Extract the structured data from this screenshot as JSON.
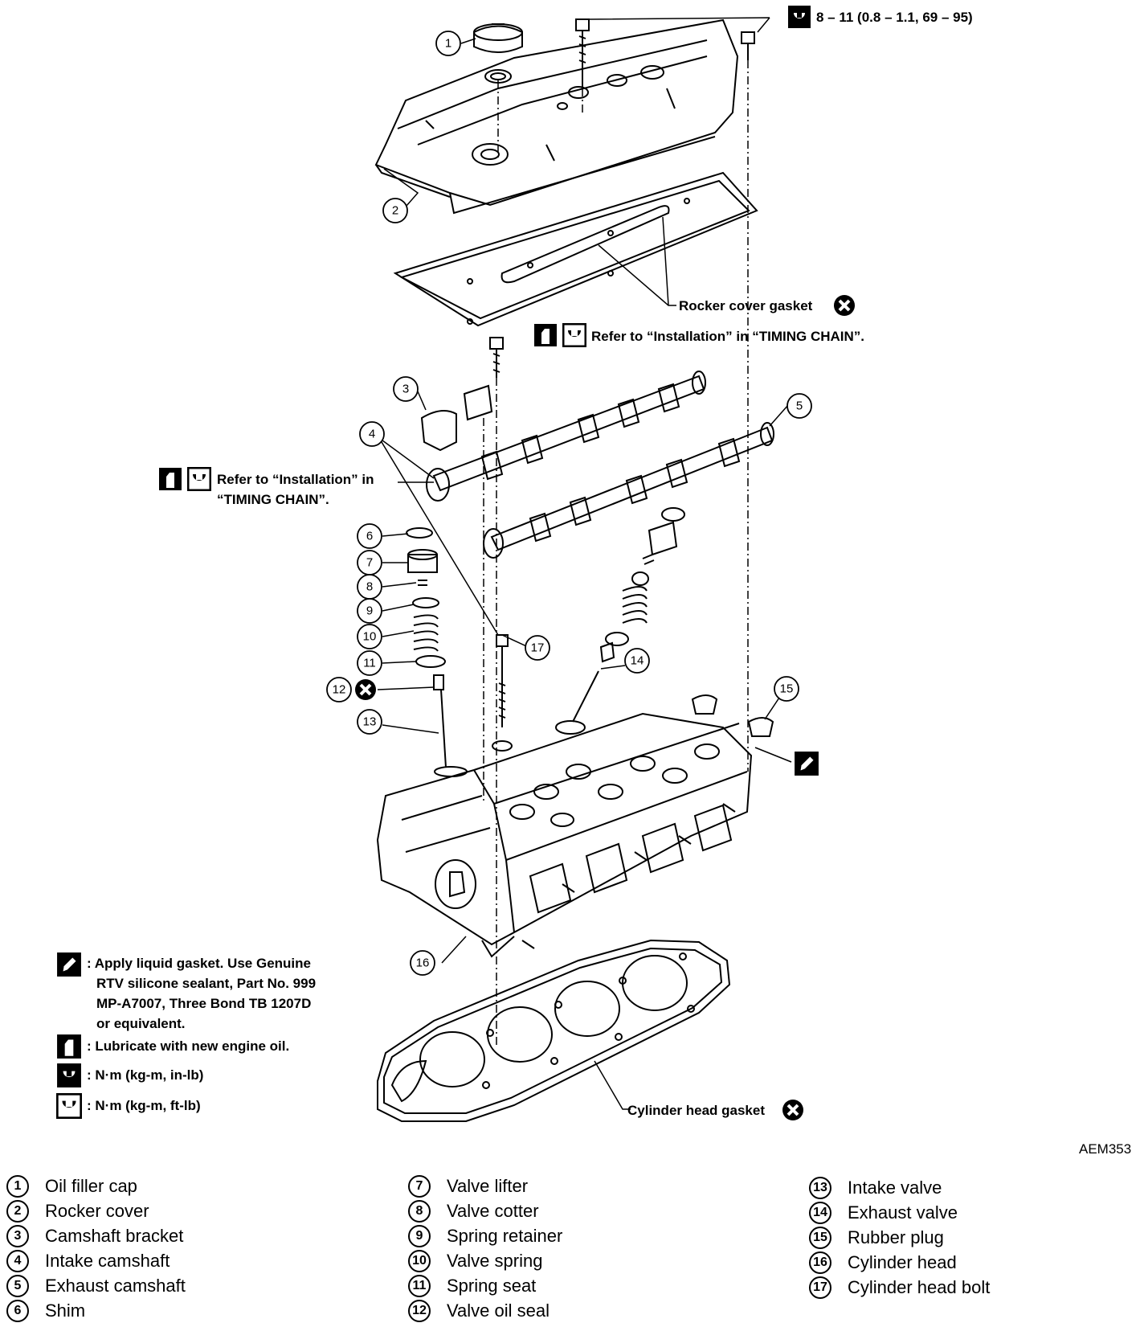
{
  "torque_top": "8 – 11 (0.8 – 1.1, 69 – 95)",
  "rocker_gasket_label": "Rocker cover gasket",
  "refer_installation_1": "Refer to “Installation” in “TIMING CHAIN”.",
  "refer_installation_2_line1": "Refer to “Installation” in",
  "refer_installation_2_line2": "“TIMING CHAIN”.",
  "cylinder_gasket_label": "Cylinder head gasket",
  "figure_code": "AEM353",
  "callouts": [
    "1",
    "2",
    "3",
    "4",
    "5",
    "6",
    "7",
    "8",
    "9",
    "10",
    "11",
    "12",
    "13",
    "14",
    "15",
    "16",
    "17"
  ],
  "key": {
    "liquid_gasket_1": ": Apply liquid gasket.  Use Genuine",
    "liquid_gasket_2": "RTV silicone sealant, Part No. 999",
    "liquid_gasket_3": "MP-A7007, Three Bond TB 1207D",
    "liquid_gasket_4": "or equivalent.",
    "lubricate": ": Lubricate with new engine oil.",
    "torque_inlb": ": N·m (kg-m, in-lb)",
    "torque_ftlb": ": N·m (kg-m, ft-lb)"
  },
  "parts": [
    {
      "num": "1",
      "name": "Oil filler cap"
    },
    {
      "num": "2",
      "name": "Rocker cover"
    },
    {
      "num": "3",
      "name": "Camshaft bracket"
    },
    {
      "num": "4",
      "name": "Intake camshaft"
    },
    {
      "num": "5",
      "name": "Exhaust camshaft"
    },
    {
      "num": "6",
      "name": "Shim"
    },
    {
      "num": "7",
      "name": "Valve lifter"
    },
    {
      "num": "8",
      "name": "Valve cotter"
    },
    {
      "num": "9",
      "name": "Spring retainer"
    },
    {
      "num": "10",
      "name": "Valve spring"
    },
    {
      "num": "11",
      "name": "Spring seat"
    },
    {
      "num": "12",
      "name": "Valve oil seal"
    },
    {
      "num": "13",
      "name": "Intake valve"
    },
    {
      "num": "14",
      "name": "Exhaust valve"
    },
    {
      "num": "15",
      "name": "Rubber plug"
    },
    {
      "num": "16",
      "name": "Cylinder head"
    },
    {
      "num": "17",
      "name": "Cylinder head bolt"
    }
  ]
}
